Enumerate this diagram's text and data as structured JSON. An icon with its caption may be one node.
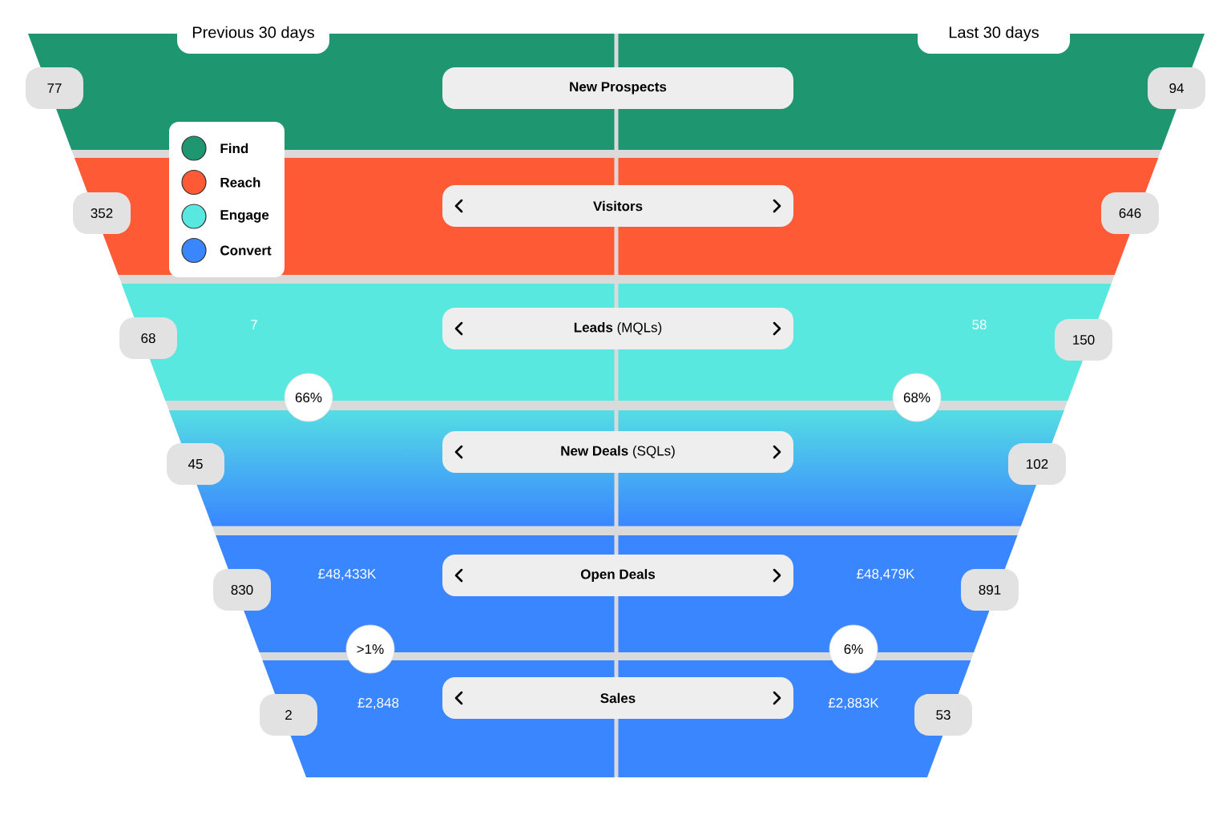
{
  "diagram": {
    "nodes": [
      {
        "text": [
          "Previous 30 days"
        ]
      },
      {
        "text": [
          "Last 30 days"
        ]
      },
      {
        "text": [
          "New Prospects"
        ]
      },
      {
        "text": [
          "Visitors"
        ]
      },
      {
        "text": [
          "**Leads** (MQLs)"
        ]
      },
      {
        "text": [
          "**New Deals** (SQLs)"
        ]
      },
      {
        "text": [
          "Open Deals"
        ]
      },
      {
        "text": [
          "Sales"
        ]
      }
    ],
    "labels": [
      "77",
      "94",
      "352",
      "646",
      "7",
      "58",
      "68",
      "150",
      "66%",
      "68%",
      "45",
      "102",
      "£48,433K",
      "£48,479K",
      "830",
      "891",
      ">1%",
      "6%",
      "2",
      "£2,848",
      "£2,883K",
      "53"
    ],
    "legend": [
      {
        "text": "Find",
        "color": "#1e9670"
      },
      {
        "text": "Reach",
        "color": "#ff5a36"
      },
      {
        "text": "Engage",
        "color": "#58e8e0"
      },
      {
        "text": "Convert",
        "color": "#3a86ff"
      }
    ]
  }
}
